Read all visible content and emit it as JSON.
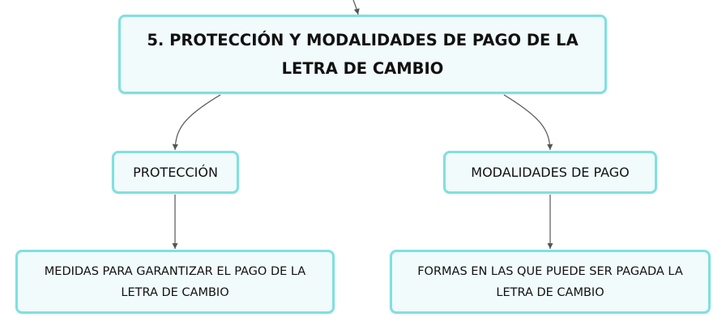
{
  "nodes": {
    "root": "5. PROTECCIÓN Y MODALIDADES DE PAGO DE LA LETRA DE CAMBIO",
    "proteccion": "PROTECCIÓN",
    "modalidades": "MODALIDADES DE PAGO",
    "medidas": "MEDIDAS PARA GARANTIZAR EL PAGO DE LA LETRA DE CAMBIO",
    "formas": "FORMAS EN LAS QUE PUEDE SER PAGADA LA LETRA DE CAMBIO"
  },
  "colors": {
    "node_border": "#7fe0e0",
    "node_fill": "#f1fbfb",
    "connector": "#555555"
  }
}
